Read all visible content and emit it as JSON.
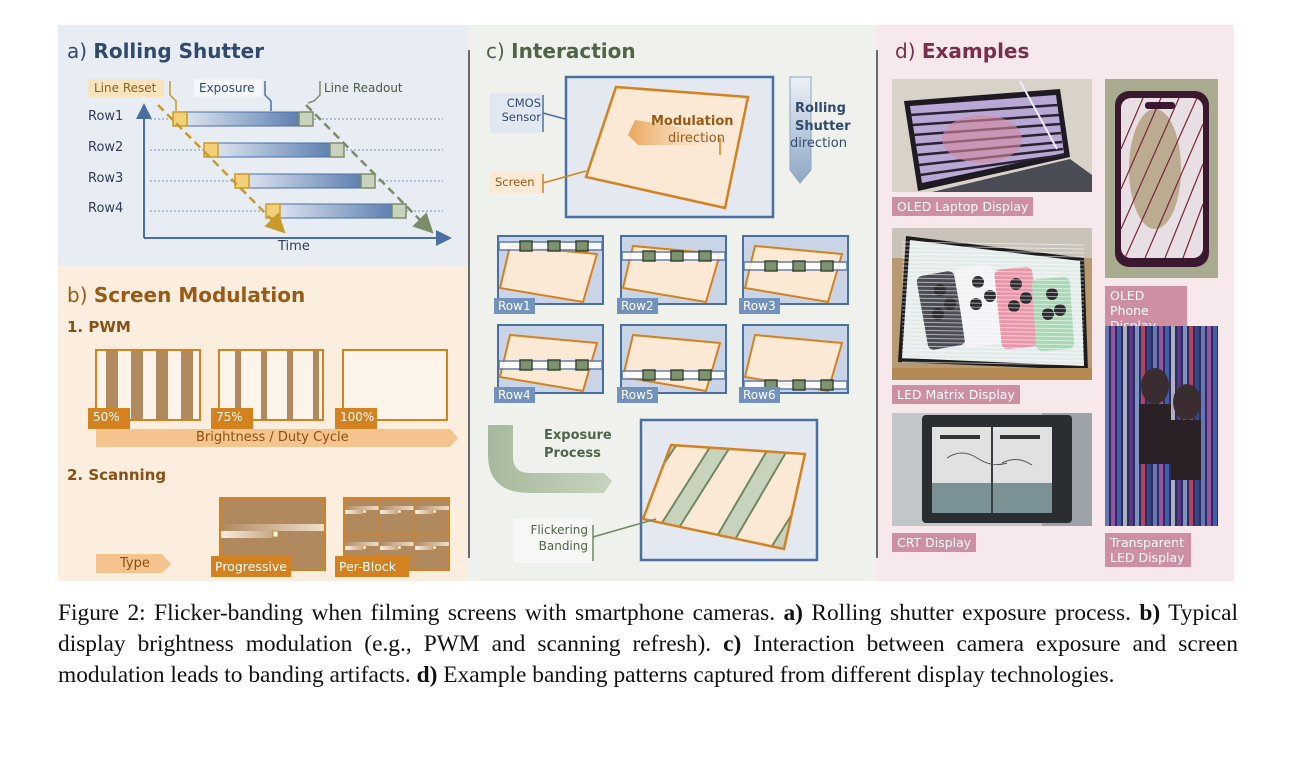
{
  "panel_a": {
    "prefix": "a)",
    "title": "Rolling Shutter",
    "labels": {
      "line_reset": "Line Reset",
      "exposure": "Exposure",
      "line_readout": "Line Readout",
      "time_axis": "Time"
    },
    "rows": [
      "Row1",
      "Row2",
      "Row3",
      "Row4"
    ]
  },
  "panel_b": {
    "prefix": "b)",
    "title": "Screen Modulation",
    "pwm": {
      "heading": "1. PWM",
      "duty_cycles": [
        "50%",
        "75%",
        "100%"
      ],
      "axis_label": "Brightness / Duty Cycle"
    },
    "scanning": {
      "heading": "2. Scanning",
      "axis_label": "Type",
      "types": [
        "Progressive",
        "Per-Block"
      ]
    }
  },
  "panel_c": {
    "prefix": "c)",
    "title": "Interaction",
    "labels": {
      "cmos_sensor": "CMOS Sensor",
      "screen": "Screen",
      "modulation_bold": "Modulation",
      "modulation_rest": "direction",
      "rolling_shutter_bold": "Rolling Shutter",
      "rolling_shutter_rest": "direction",
      "exposure_process": "Exposure Process",
      "flickering_banding": "Flickering Banding"
    },
    "rows": [
      "Row1",
      "Row2",
      "Row3",
      "Row4",
      "Row5",
      "Row6"
    ]
  },
  "panel_d": {
    "prefix": "d)",
    "title": "Examples",
    "examples": [
      {
        "label": "OLED Laptop Display",
        "image": "laptop-photo"
      },
      {
        "label": "OLED Phone Display",
        "image": "phone-photo"
      },
      {
        "label": "LED Matrix Display",
        "image": "led-matrix-photo"
      },
      {
        "label": "CRT Display",
        "image": "crt-photo"
      },
      {
        "label": "Transparent LED Display",
        "image": "transparent-led-photo"
      }
    ]
  },
  "caption": {
    "figure_label": "Figure 2:",
    "intro": "Flicker-banding when filming screens with smartphone cameras.",
    "a_key": "a)",
    "a_text": "Rolling shutter exposure process.",
    "b_key": "b)",
    "b_text": "Typical display brightness modulation (e.g., PWM and scanning refresh).",
    "c_key": "c)",
    "c_text": "Interaction between camera exposure and screen modulation leads to banding artifacts.",
    "d_key": "d)",
    "d_text": "Example banding patterns captured from different display technologies."
  },
  "colors": {
    "blue": "#4a6fa5",
    "orange": "#d4811f",
    "brown": "#b08a5e",
    "green": "#7a9670",
    "mauve": "#cf8fa3",
    "title_a": "#2f4a6e",
    "title_b": "#9a5a14",
    "title_c": "#4f6545",
    "title_d": "#7a2e4a"
  }
}
